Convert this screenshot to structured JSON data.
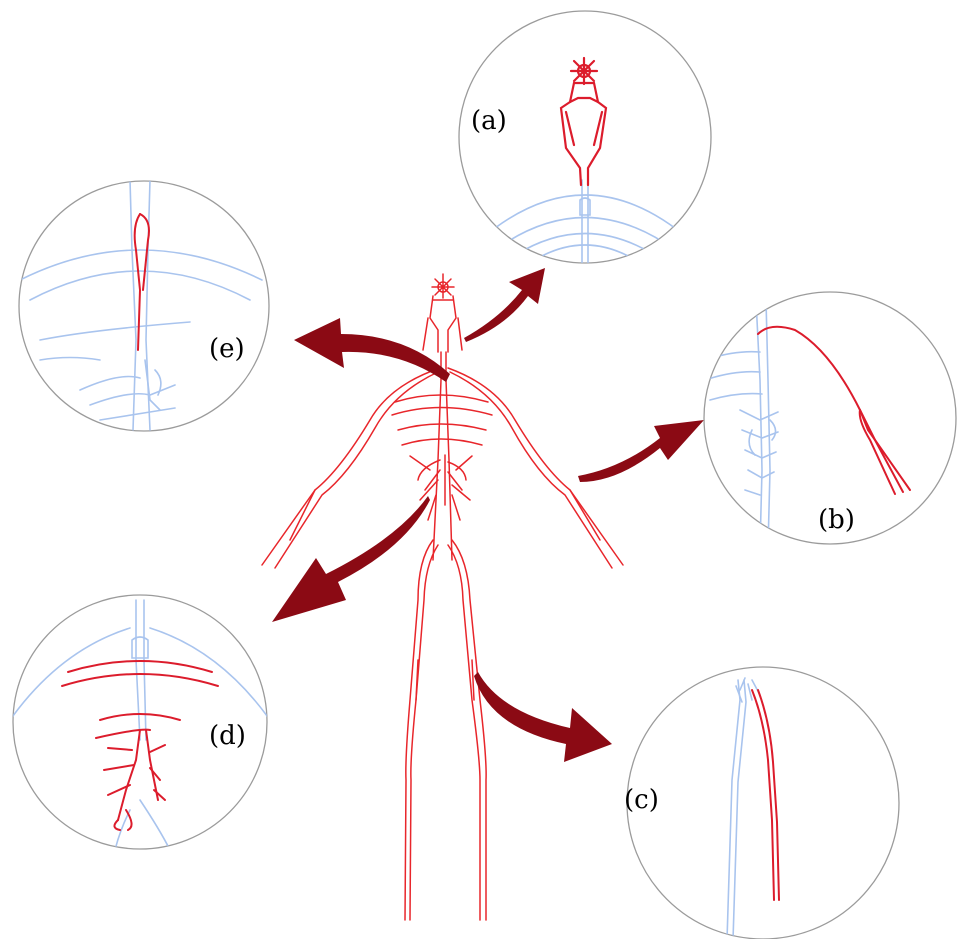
{
  "colors": {
    "vessel": "#e8262b",
    "highlight": "#dc1c2c",
    "context": "#a9c4ee",
    "arrow": "#8b0a14",
    "ring": "#9b9b9b"
  },
  "panels": [
    {
      "id": "a",
      "label": "(a)"
    },
    {
      "id": "b",
      "label": "(b)"
    },
    {
      "id": "c",
      "label": "(c)"
    },
    {
      "id": "d",
      "label": "(d)"
    },
    {
      "id": "e",
      "label": "(e)"
    }
  ]
}
